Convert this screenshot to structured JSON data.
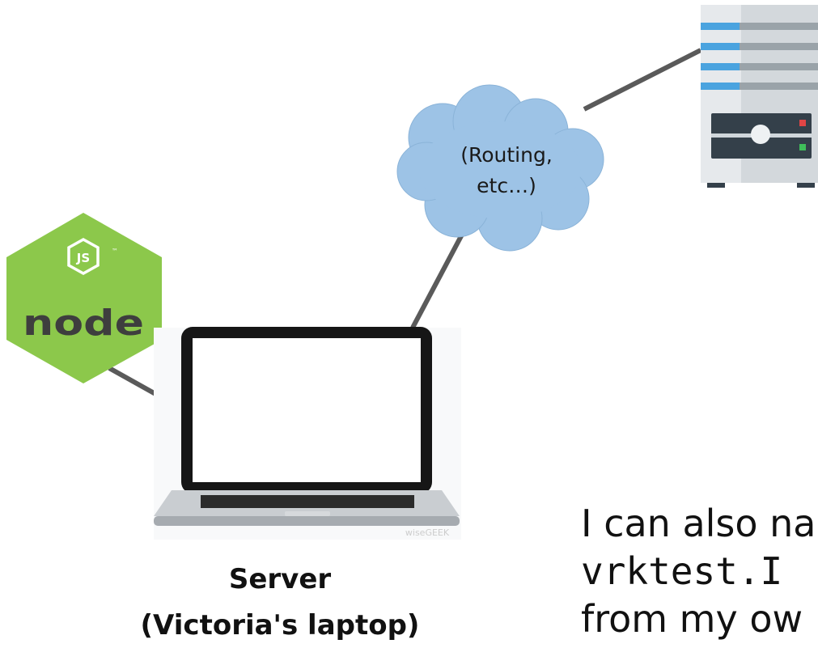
{
  "cloud": {
    "line1": "(Routing,",
    "line2": "etc…)"
  },
  "node_logo": {
    "js": "JS",
    "tm": "™",
    "wordmark": "node"
  },
  "laptop": {
    "watermark": "wiseGEEK"
  },
  "server_label": {
    "line1": "Server",
    "line2": "(Victoria's laptop)"
  },
  "note": {
    "line1": "I can also na",
    "line2": "vrktest.I",
    "line3": "from my ow"
  },
  "colors": {
    "connector": "#5a5a5a",
    "cloud_fill": "#9dc3e6",
    "node_green": "#8cc84b",
    "node_dark": "#3e3e3e",
    "server_body": "#e8ebee",
    "server_blue": "#4aa3df"
  }
}
